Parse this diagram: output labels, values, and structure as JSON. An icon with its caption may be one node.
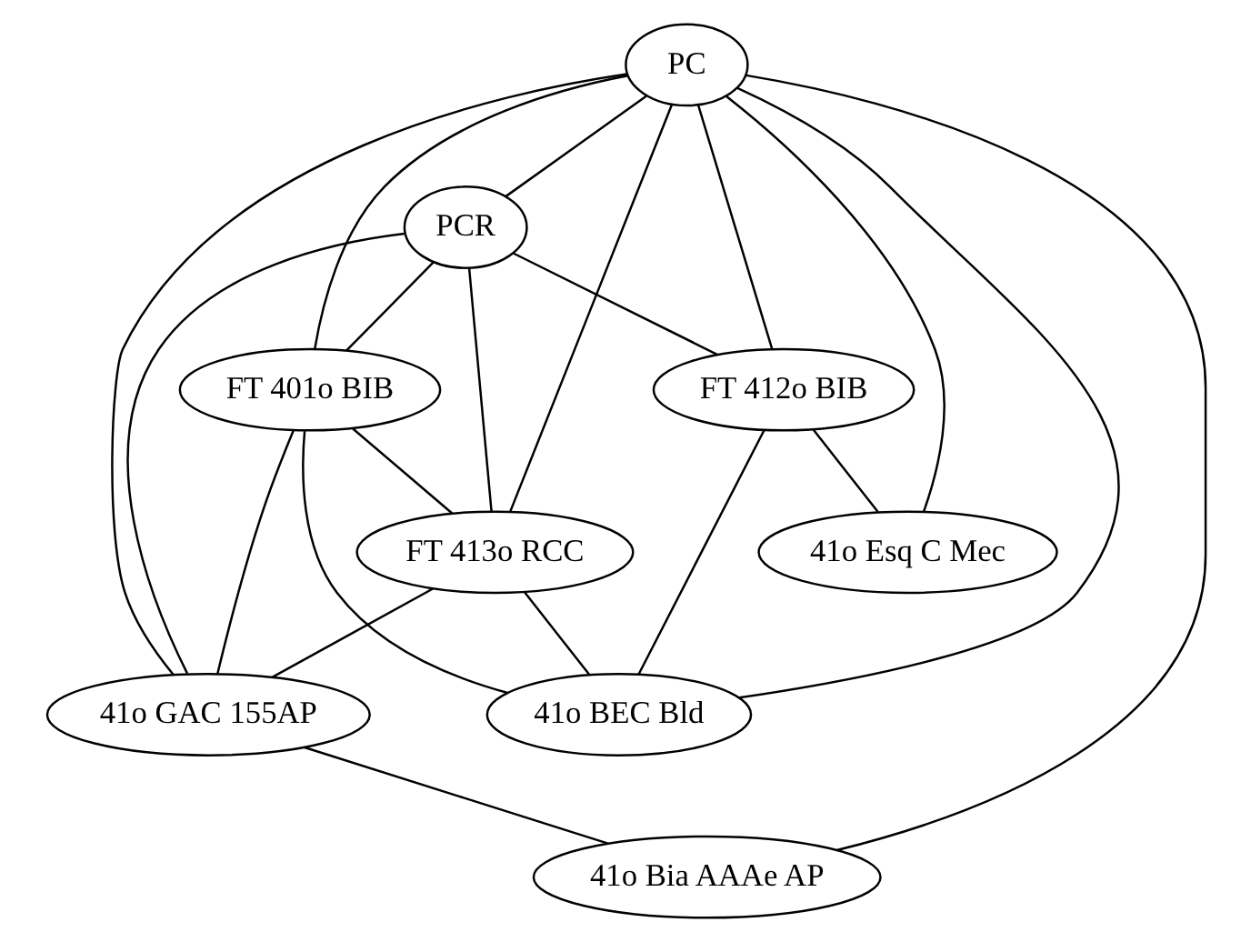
{
  "diagram": {
    "nodes": [
      {
        "text": [
          "PC"
        ]
      },
      {
        "text": [
          "PCR"
        ]
      },
      {
        "text": [
          "FT 401o BIB"
        ]
      },
      {
        "text": [
          "FT 412o BIB"
        ]
      },
      {
        "text": [
          "FT 413o RCC"
        ]
      },
      {
        "text": [
          "41o Esq C Mec"
        ]
      },
      {
        "text": [
          "41o GAC 155AP"
        ]
      },
      {
        "text": [
          "41o BEC Bld"
        ]
      },
      {
        "text": [
          "41o Bia AAAe AP"
        ]
      }
    ],
    "edges": [
      {
        "from": 0,
        "to": 1,
        "arrow": "none"
      },
      {
        "from": 0,
        "to": 2,
        "arrow": "none"
      },
      {
        "from": 0,
        "to": 4,
        "arrow": "none"
      },
      {
        "from": 0,
        "to": 3,
        "arrow": "none"
      },
      {
        "from": 0,
        "to": 5,
        "arrow": "none"
      },
      {
        "from": 0,
        "to": 7,
        "arrow": "none"
      },
      {
        "from": 0,
        "to": 6,
        "arrow": "none"
      },
      {
        "from": 0,
        "to": 8,
        "arrow": "none"
      },
      {
        "from": 1,
        "to": 2,
        "arrow": "none"
      },
      {
        "from": 1,
        "to": 4,
        "arrow": "none"
      },
      {
        "from": 1,
        "to": 3,
        "arrow": "none"
      },
      {
        "from": 1,
        "to": 6,
        "arrow": "none"
      },
      {
        "from": 2,
        "to": 4,
        "arrow": "none"
      },
      {
        "from": 2,
        "to": 6,
        "arrow": "none"
      },
      {
        "from": 2,
        "to": 7,
        "arrow": "none"
      },
      {
        "from": 3,
        "to": 5,
        "arrow": "none"
      },
      {
        "from": 3,
        "to": 7,
        "arrow": "none"
      },
      {
        "from": 4,
        "to": 6,
        "arrow": "none"
      },
      {
        "from": 4,
        "to": 7,
        "arrow": "none"
      },
      {
        "from": 6,
        "to": 8,
        "arrow": "none"
      }
    ]
  }
}
